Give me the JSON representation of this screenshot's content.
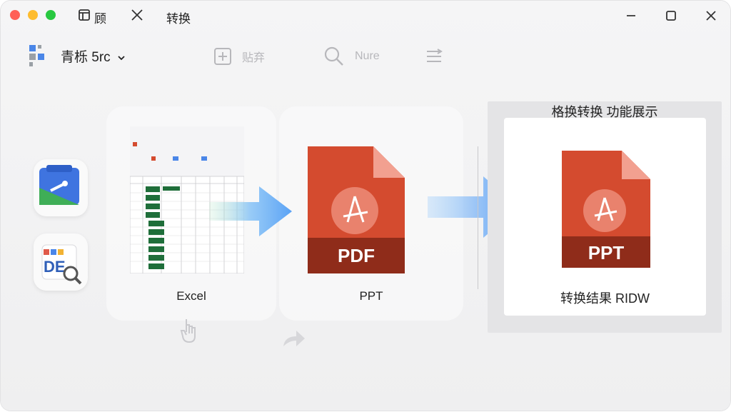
{
  "titlebar": {
    "tab_title": "顾",
    "tab2_title": "转换"
  },
  "toolbar": {
    "workspace": "青栎 5rc",
    "add_label": "贴弃",
    "search_label": "Nure"
  },
  "flow": {
    "excel_label": "Excel",
    "ppt_label": "PPT",
    "pdf_badge": "PDF"
  },
  "result": {
    "title": "格换转换 功能展示",
    "badge": "PPT",
    "label": "转换结果 RIDW"
  },
  "colors": {
    "accent_blue": "#5aa2f5",
    "doc_red": "#d44b2f",
    "doc_dark": "#8f2c1a",
    "excel_green": "#1f6e3a"
  },
  "icons": [
    "file-icon",
    "close-icon",
    "minimize-icon",
    "maximize-icon",
    "add-icon",
    "search-icon",
    "list-icon",
    "chevron-down-icon",
    "hand-pointer-icon",
    "share-icon",
    "acrobat-icon"
  ]
}
